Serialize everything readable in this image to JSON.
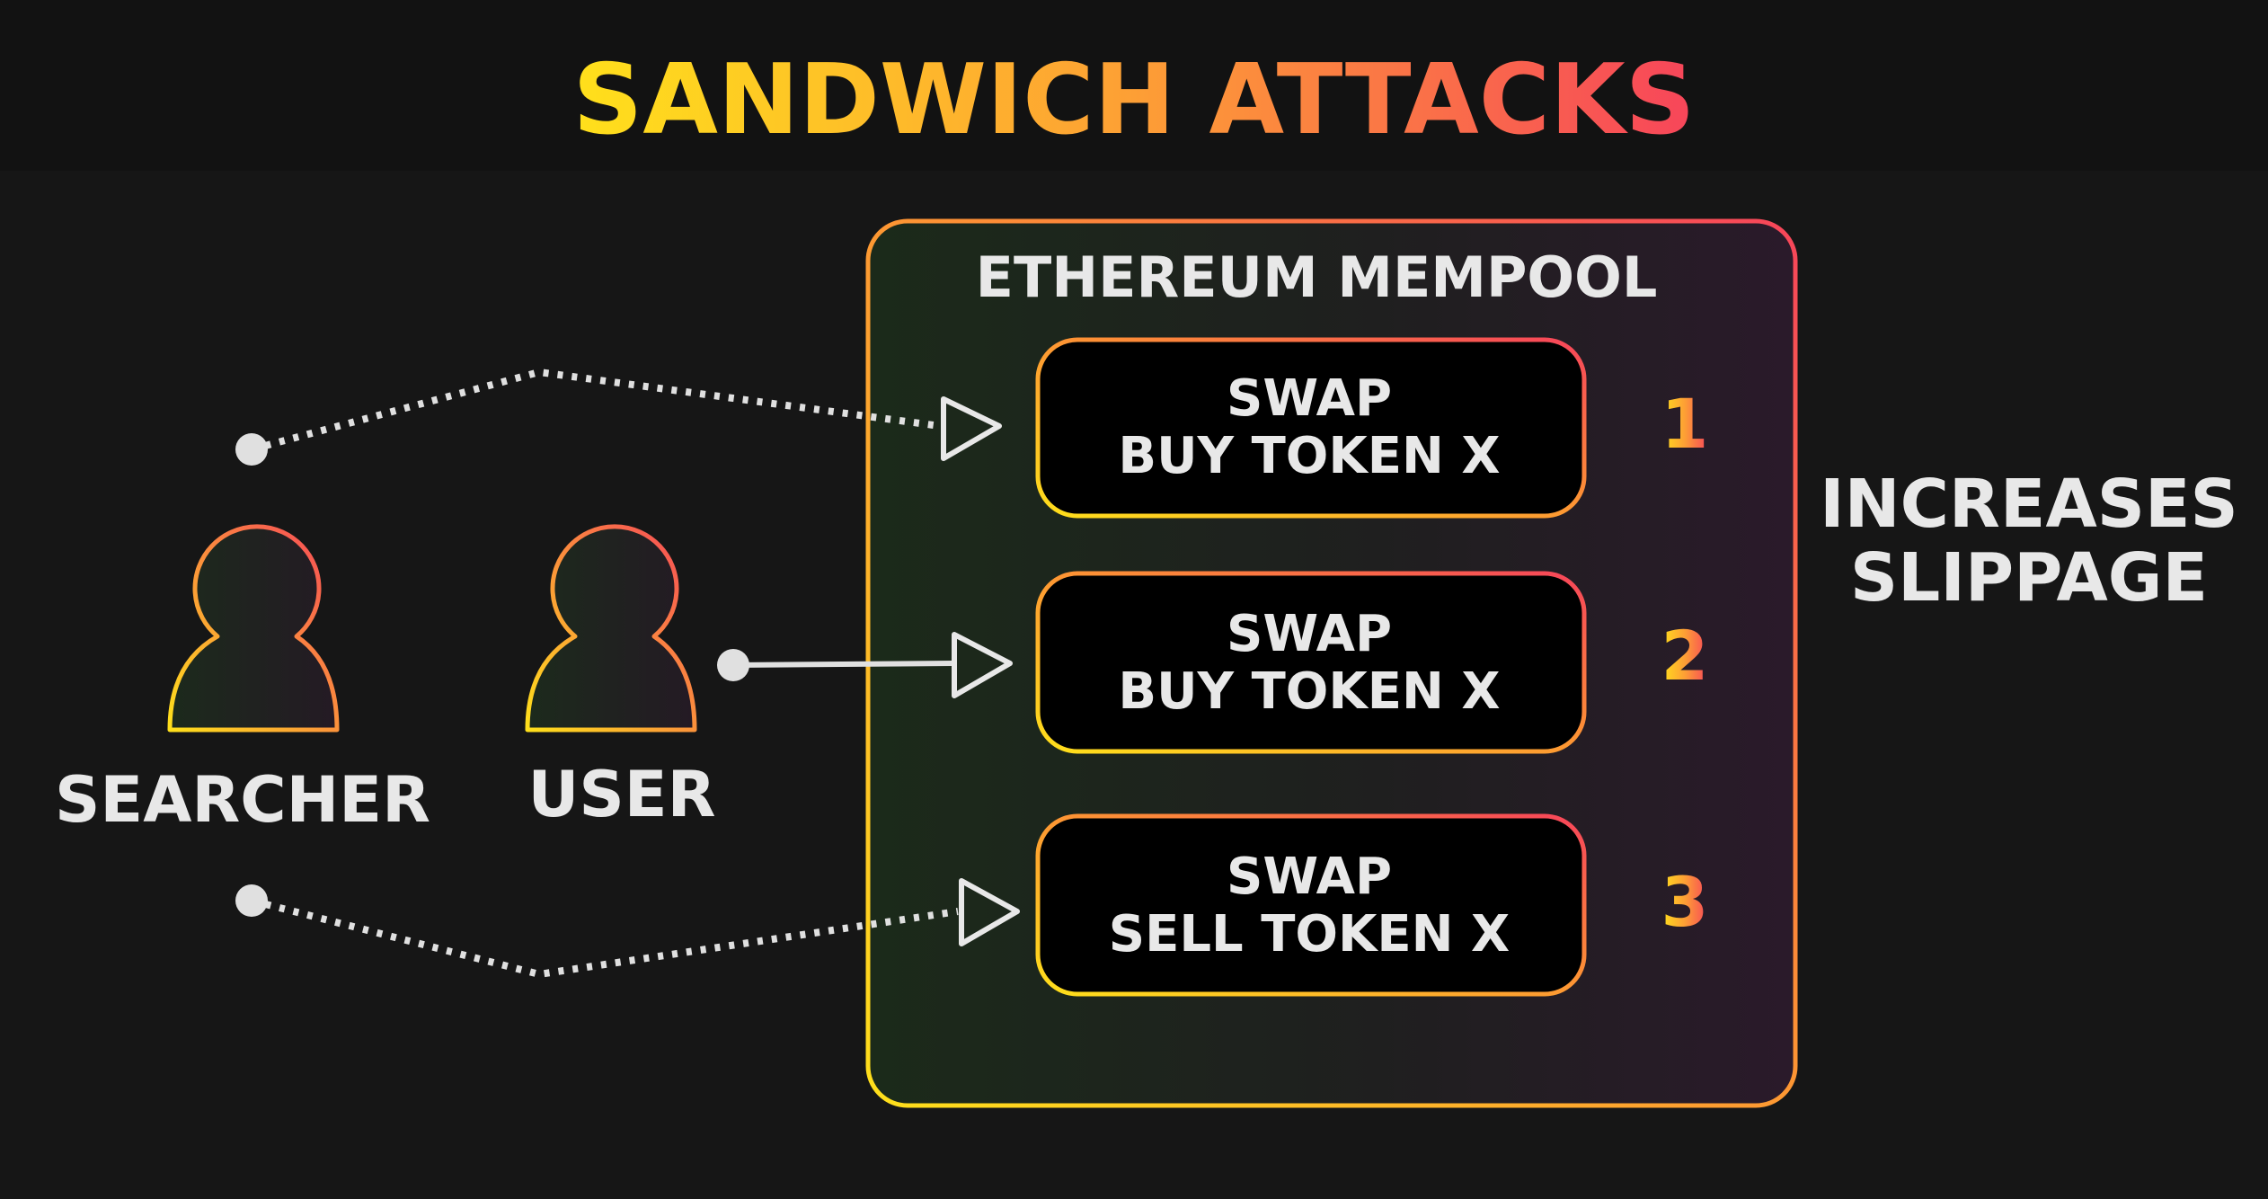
{
  "title": "SANDWICH ATTACKS",
  "mempool": {
    "title": "ETHEREUM MEMPOOL"
  },
  "actors": {
    "searcher": "SEARCHER",
    "user": "USER"
  },
  "transactions": [
    {
      "line1": "SWAP",
      "line2": "BUY TOKEN X",
      "order": "1"
    },
    {
      "line1": "SWAP",
      "line2": "BUY TOKEN X",
      "order": "2"
    },
    {
      "line1": "SWAP",
      "line2": "SELL TOKEN X",
      "order": "3"
    }
  ],
  "effect": {
    "line1": "INCREASES",
    "line2": "SLIPPAGE"
  },
  "colors": {
    "gradient_start": "#ffe01b",
    "gradient_end": "#f7455a",
    "background": "#161616",
    "text": "#e8e8e8"
  }
}
